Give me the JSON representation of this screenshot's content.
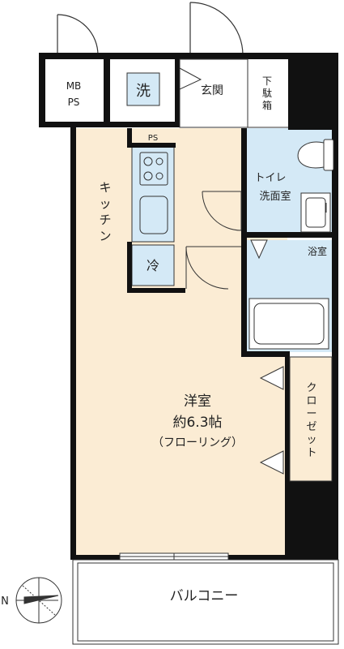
{
  "labels": {
    "mb": "MB",
    "ps": "PS",
    "wash": "洗",
    "genkan": "玄関",
    "shoebox": [
      "下",
      "駄",
      "箱"
    ],
    "ps_small": "PS",
    "toilet": "トイレ",
    "washroom": "洗面室",
    "kitchen": [
      "キ",
      "ッ",
      "チ",
      "ン"
    ],
    "fridge": "冷",
    "bath": "浴室",
    "room_name": "洋室",
    "room_size": "約6.3帖",
    "room_floor": "（フローリング）",
    "closet": [
      "ク",
      "ロ",
      "ー",
      "ゼ",
      "ッ",
      "ト"
    ],
    "balcony": "バルコニー",
    "north": "N"
  },
  "colors": {
    "wall": "#111111",
    "floor": "#fbecd4",
    "wet": "#d4e9f6",
    "line": "#333333",
    "text": "#222222"
  }
}
